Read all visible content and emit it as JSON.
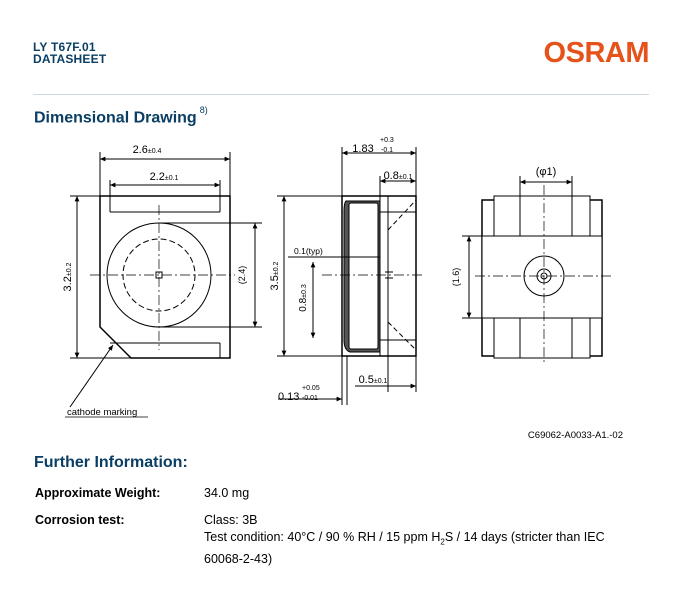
{
  "header": {
    "product_id": "LY T67F.01",
    "doc_type": "DATASHEET",
    "brand": "OSRAM",
    "brand_color": "#e5531a",
    "accent_color": "#0a3e63"
  },
  "dimensional": {
    "title": "Dimensional Drawing",
    "footnote": "8)",
    "dims": {
      "top_width": "2.6",
      "top_width_tol": "±0.4",
      "inner_width": "2.2",
      "inner_width_tol": "±0.1",
      "height": "3.2",
      "height_tol": "±0.2",
      "ref_24": "(2.4)",
      "side_width": "1.83",
      "side_width_tol_up": "+0.3",
      "side_width_tol_dn": "-0.1",
      "lead_top": "0.8",
      "lead_top_tol": "±0.1",
      "side_height": "3.5",
      "side_height_tol": "±0.2",
      "typ_label": "0.1(typ)",
      "lead_h": "0.8",
      "lead_h_tol": "±0.3",
      "lead_bottom": "0.5",
      "lead_bottom_tol": "±0.1",
      "standoff": "0.13",
      "standoff_tol_up": "+0.05",
      "standoff_tol_dn": "-0.01",
      "ref_phi1": "(φ1)",
      "ref_16": "(1.6)"
    },
    "cathode_label": "cathode marking",
    "drawing_id": "C69062-A0033-A1.-02"
  },
  "further": {
    "title": "Further Information:",
    "rows": [
      {
        "label": "Approximate Weight:",
        "value": "34.0 mg"
      },
      {
        "label": "Corrosion test:",
        "value": "Class: 3B"
      }
    ],
    "test_condition_prefix": "Test condition: 40°C / 90 % RH / 15 ppm H",
    "test_condition_sub": "2",
    "test_condition_suffix": "S / 14 days (stricter than IEC",
    "test_condition_line2": "60068-2-43)"
  }
}
